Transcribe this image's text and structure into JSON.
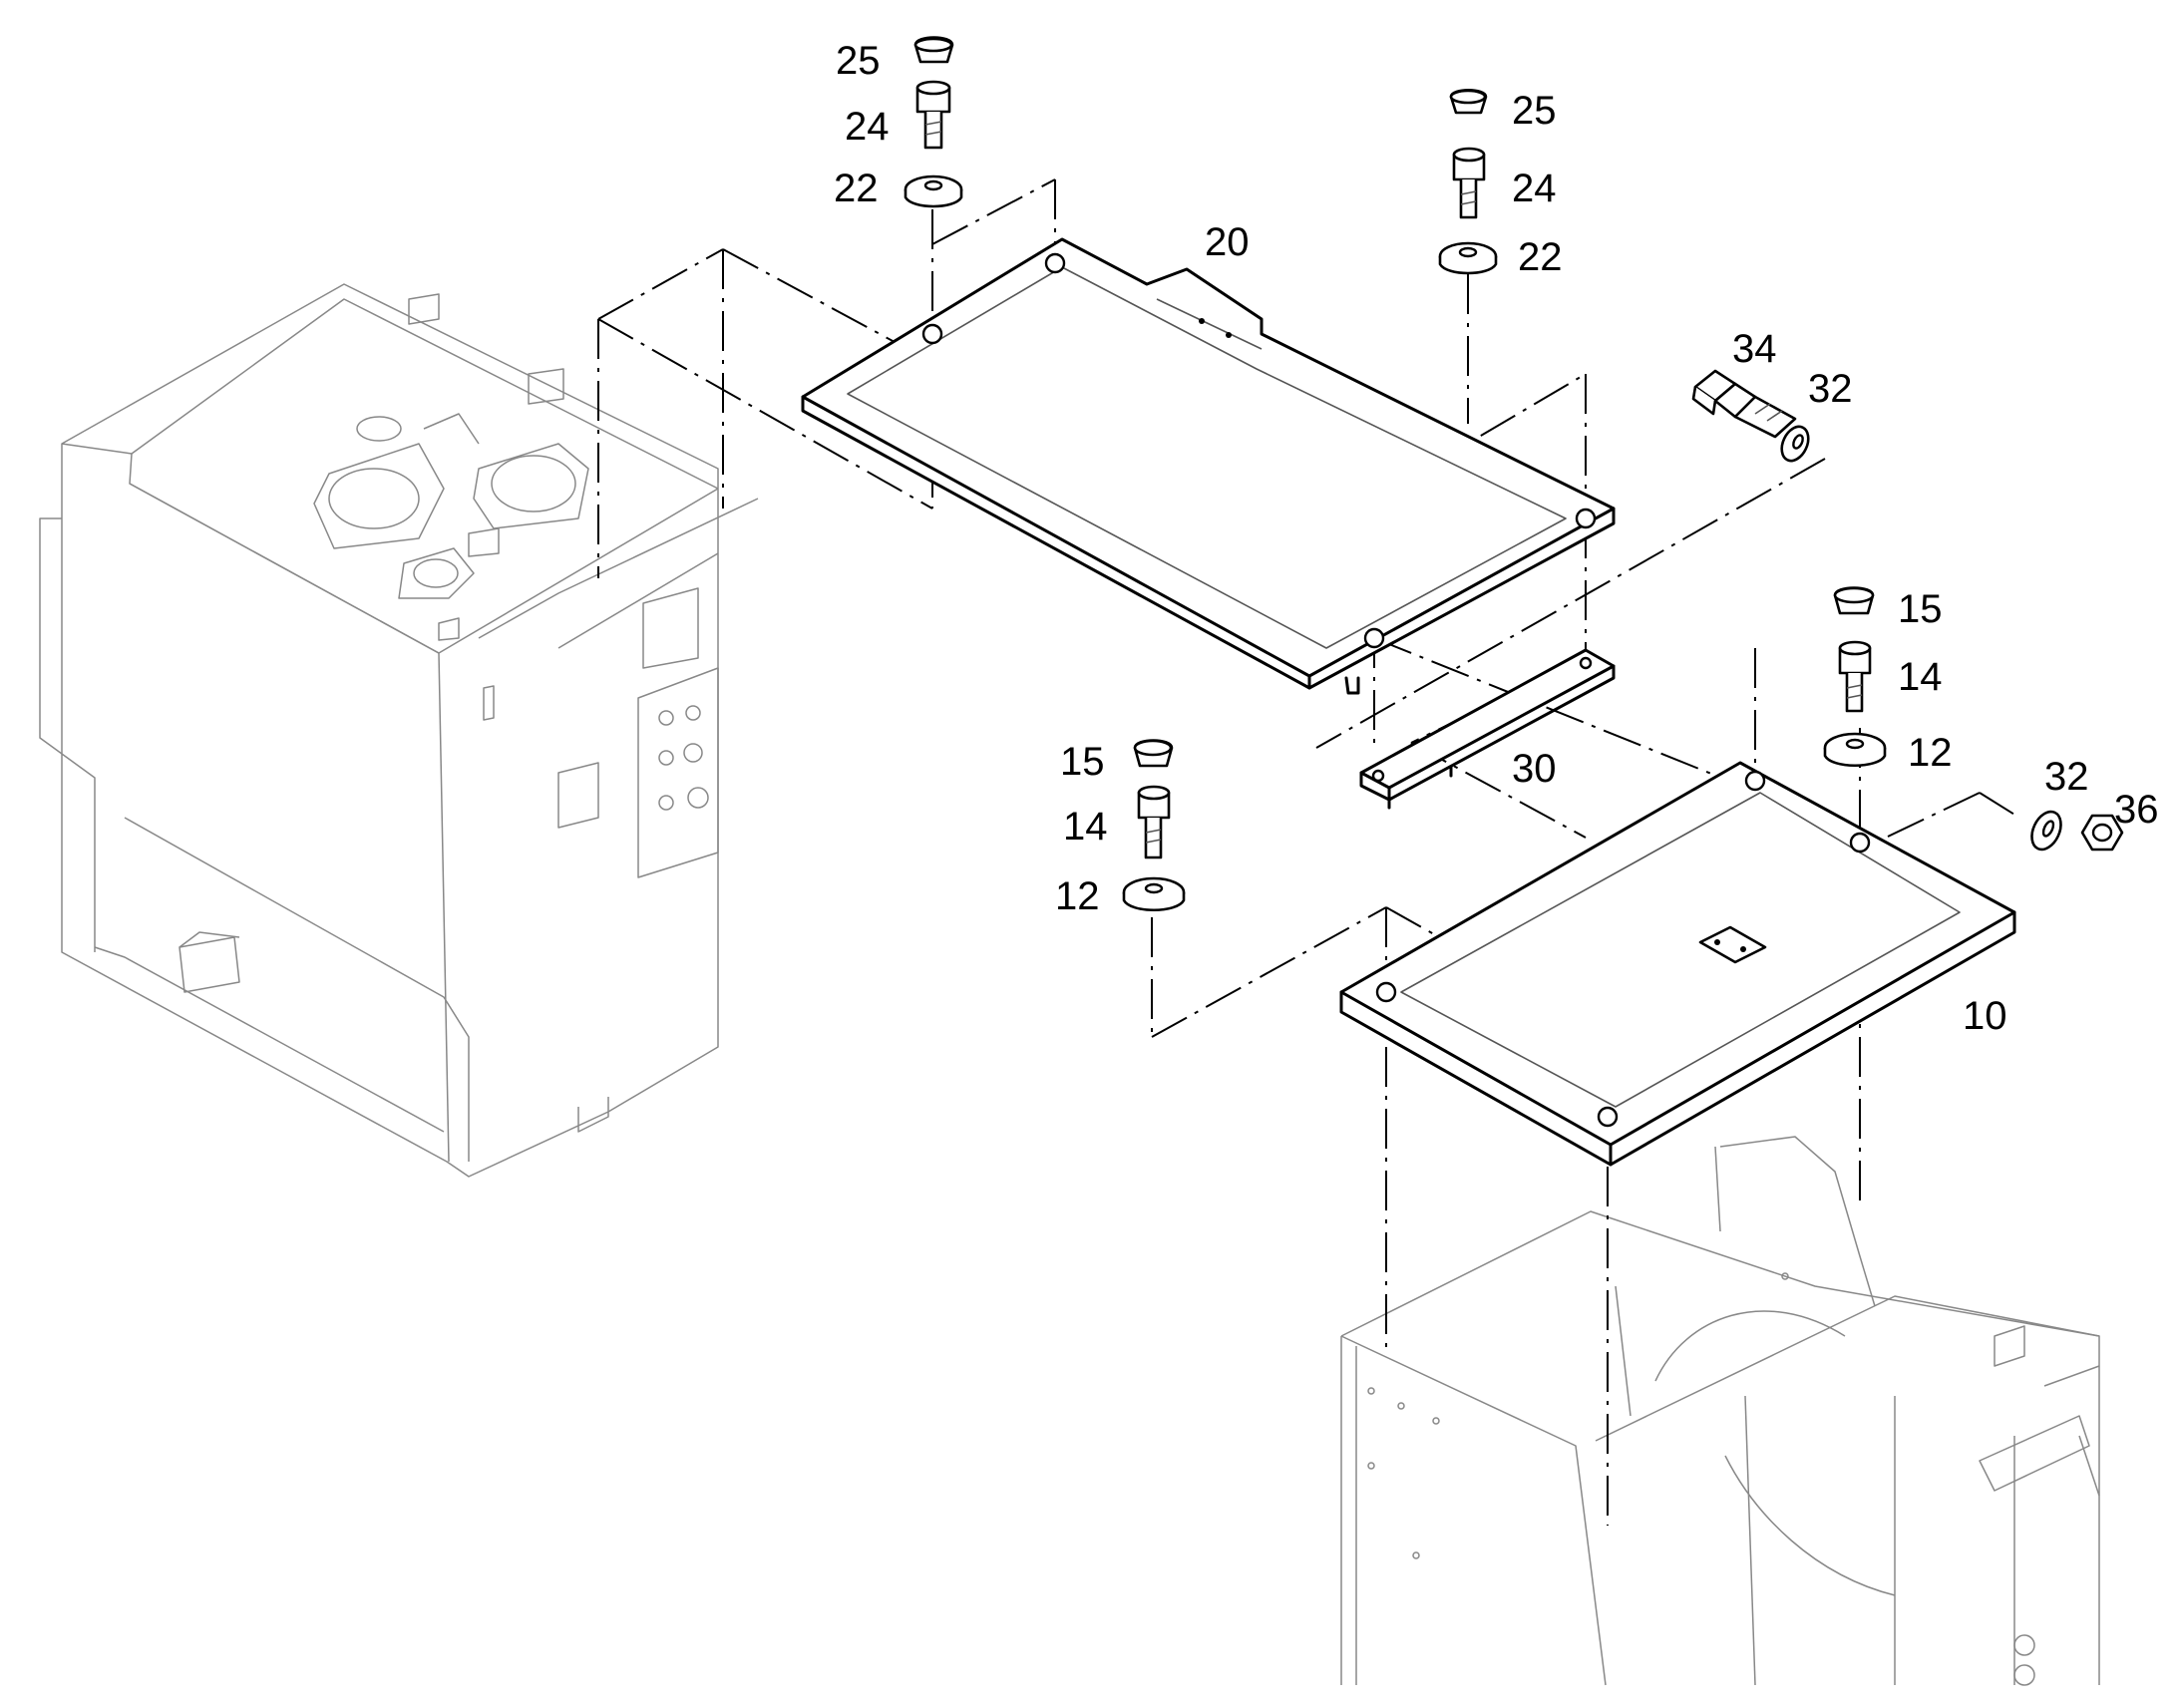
{
  "callouts": {
    "c25a": "25",
    "c24a": "24",
    "c22a": "22",
    "c25b": "25",
    "c24b": "24",
    "c22b": "22",
    "c20": "20",
    "c34": "34",
    "c32a": "32",
    "c15a": "15",
    "c14a": "14",
    "c12a": "12",
    "c15b": "15",
    "c14b": "14",
    "c12b": "12",
    "c30": "30",
    "c32b": "32",
    "c36": "36",
    "c10": "10"
  },
  "colors": {
    "line": "#000000",
    "light_line": "#888888",
    "background": "#ffffff"
  }
}
